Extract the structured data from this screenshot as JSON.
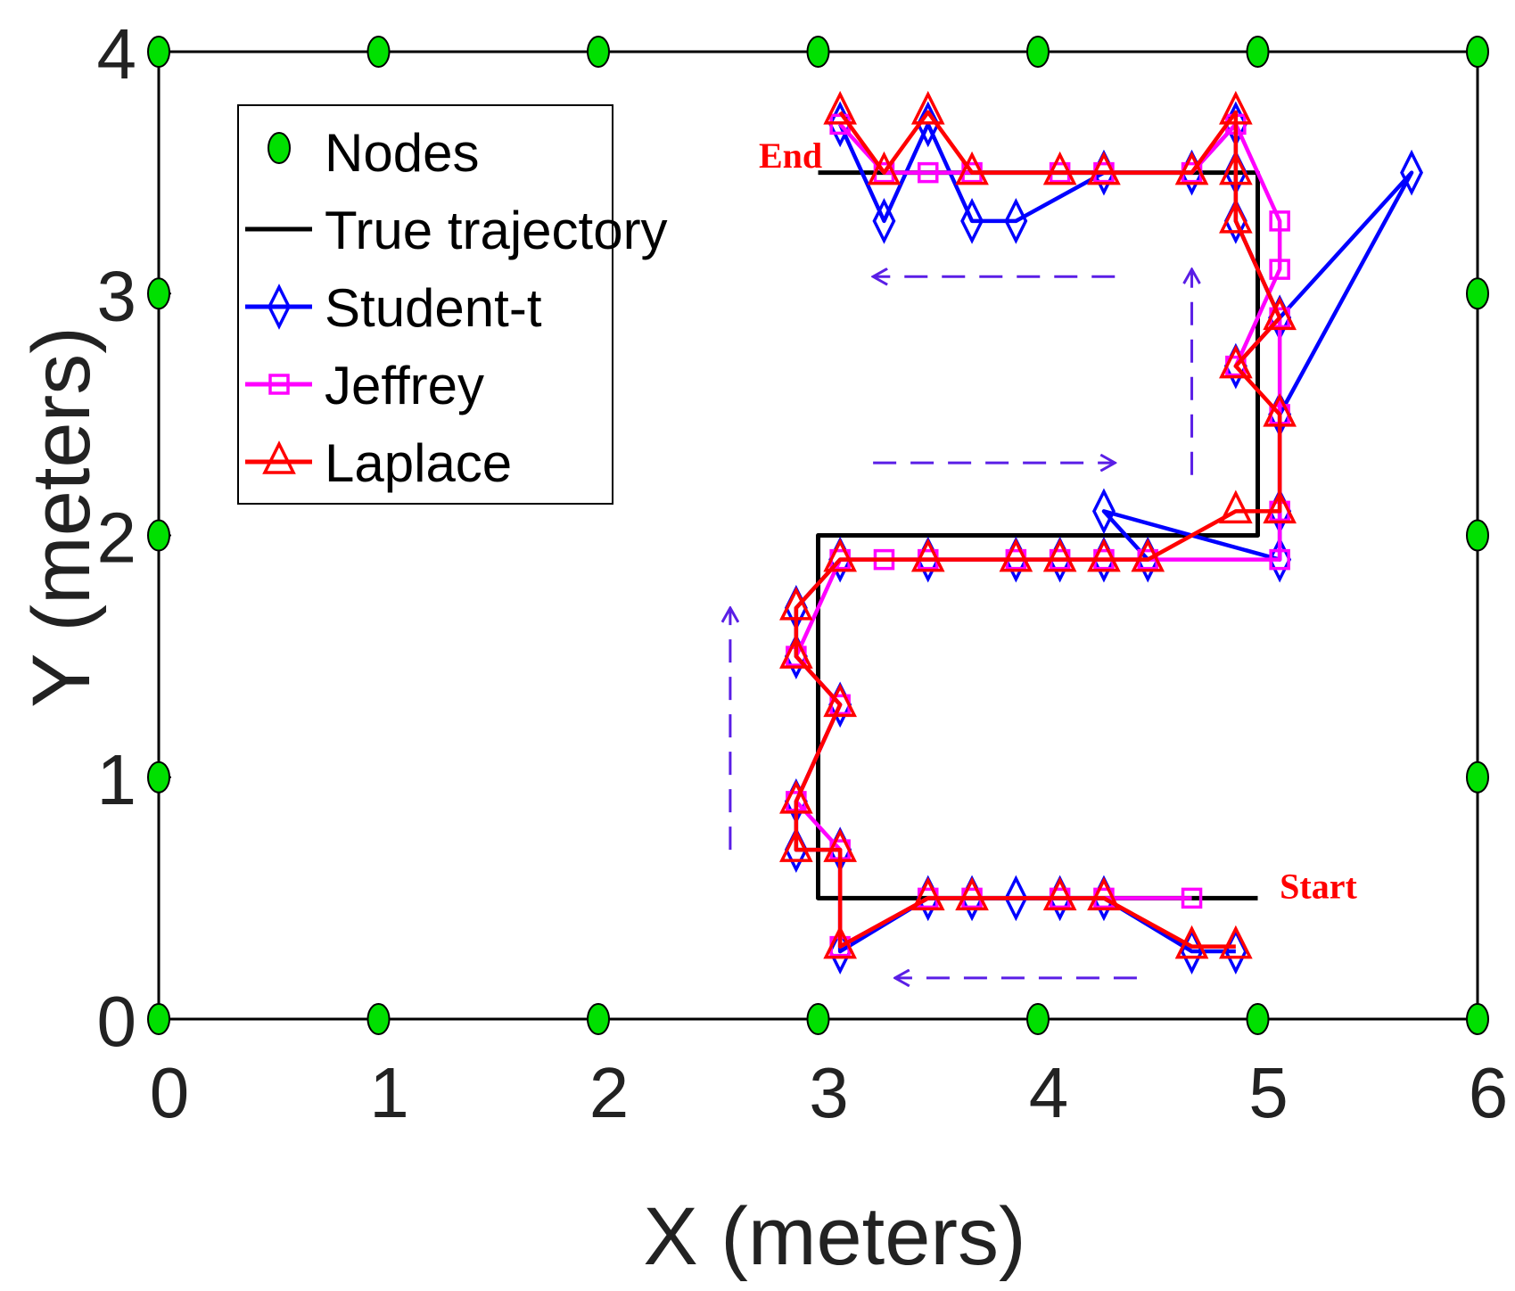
{
  "chart_data": {
    "type": "line",
    "xlabel": "X (meters)",
    "ylabel": "Y (meters)",
    "xlim": [
      0,
      6
    ],
    "ylim": [
      0,
      4
    ],
    "xticks": [
      0,
      1,
      2,
      3,
      4,
      5,
      6
    ],
    "yticks": [
      0,
      1,
      2,
      3,
      4
    ],
    "grid": false,
    "legend_position": "top-left",
    "legend": [
      "Nodes",
      "True trajectory",
      "Student-t",
      "Jeffrey",
      "Laplace"
    ],
    "annotations": [
      {
        "text": "End",
        "x": 2.73,
        "y": 3.52
      },
      {
        "text": "Start",
        "x": 5.1,
        "y": 0.5
      }
    ],
    "series": [
      {
        "name": "Nodes",
        "kind": "markers",
        "marker": "circle",
        "color": "#00e000",
        "points": [
          [
            0,
            4
          ],
          [
            1,
            4
          ],
          [
            2,
            4
          ],
          [
            3,
            4
          ],
          [
            4,
            4
          ],
          [
            5,
            4
          ],
          [
            6,
            4
          ],
          [
            0,
            3
          ],
          [
            6,
            3
          ],
          [
            0,
            2
          ],
          [
            6,
            2
          ],
          [
            0,
            1
          ],
          [
            6,
            1
          ],
          [
            0,
            0
          ],
          [
            1,
            0
          ],
          [
            2,
            0
          ],
          [
            3,
            0
          ],
          [
            4,
            0
          ],
          [
            5,
            0
          ],
          [
            6,
            0
          ]
        ]
      },
      {
        "name": "True trajectory",
        "kind": "line",
        "color": "#000000",
        "points": [
          [
            5,
            0.5
          ],
          [
            3,
            0.5
          ],
          [
            3,
            2
          ],
          [
            5,
            2
          ],
          [
            5,
            3.5
          ],
          [
            3,
            3.5
          ]
        ]
      },
      {
        "name": "Student-t",
        "kind": "line-marker",
        "marker": "diamond",
        "color": "#0000ff",
        "points": [
          [
            4.9,
            0.28
          ],
          [
            4.7,
            0.28
          ],
          [
            4.3,
            0.5
          ],
          [
            4.1,
            0.5
          ],
          [
            3.9,
            0.5
          ],
          [
            3.7,
            0.5
          ],
          [
            3.5,
            0.5
          ],
          [
            3.1,
            0.28
          ],
          [
            3.1,
            0.7
          ],
          [
            2.9,
            0.7
          ],
          [
            2.9,
            0.9
          ],
          [
            3.1,
            1.3
          ],
          [
            2.9,
            1.5
          ],
          [
            2.9,
            1.7
          ],
          [
            3.1,
            1.9
          ],
          [
            3.5,
            1.9
          ],
          [
            3.9,
            1.9
          ],
          [
            4.1,
            1.9
          ],
          [
            4.3,
            1.9
          ],
          [
            4.5,
            1.9
          ],
          [
            4.3,
            2.1
          ],
          [
            5.1,
            1.9
          ],
          [
            5.1,
            2.1
          ],
          [
            5.1,
            2.5
          ],
          [
            5.7,
            3.5
          ],
          [
            5.1,
            2.9
          ],
          [
            4.9,
            2.7
          ],
          [
            5.1,
            2.9
          ],
          [
            4.9,
            3.3
          ],
          [
            4.9,
            3.5
          ],
          [
            4.9,
            3.7
          ],
          [
            4.7,
            3.5
          ],
          [
            4.3,
            3.5
          ],
          [
            3.9,
            3.3
          ],
          [
            3.7,
            3.3
          ],
          [
            3.5,
            3.7
          ],
          [
            3.3,
            3.3
          ],
          [
            3.1,
            3.7
          ]
        ]
      },
      {
        "name": "Jeffrey",
        "kind": "line-marker",
        "marker": "square",
        "color": "#ff00ff",
        "points": [
          [
            4.7,
            0.5
          ],
          [
            4.3,
            0.5
          ],
          [
            4.1,
            0.5
          ],
          [
            3.7,
            0.5
          ],
          [
            3.5,
            0.5
          ],
          [
            3.1,
            0.3
          ],
          [
            3.1,
            0.7
          ],
          [
            2.9,
            0.9
          ],
          [
            3.1,
            1.3
          ],
          [
            2.9,
            1.5
          ],
          [
            3.1,
            1.9
          ],
          [
            3.3,
            1.9
          ],
          [
            3.5,
            1.9
          ],
          [
            3.9,
            1.9
          ],
          [
            4.1,
            1.9
          ],
          [
            4.3,
            1.9
          ],
          [
            4.5,
            1.9
          ],
          [
            5.1,
            1.9
          ],
          [
            5.1,
            2.1
          ],
          [
            5.1,
            2.5
          ],
          [
            5.1,
            2.9
          ],
          [
            4.9,
            2.7
          ],
          [
            5.1,
            3.1
          ],
          [
            5.1,
            3.3
          ],
          [
            4.9,
            3.7
          ],
          [
            4.7,
            3.5
          ],
          [
            4.3,
            3.5
          ],
          [
            4.1,
            3.5
          ],
          [
            3.7,
            3.5
          ],
          [
            3.5,
            3.5
          ],
          [
            3.3,
            3.5
          ],
          [
            3.1,
            3.7
          ]
        ]
      },
      {
        "name": "Laplace",
        "kind": "line-marker",
        "marker": "triangle",
        "color": "#ff0000",
        "points": [
          [
            4.9,
            0.3
          ],
          [
            4.7,
            0.3
          ],
          [
            4.3,
            0.5
          ],
          [
            4.1,
            0.5
          ],
          [
            3.7,
            0.5
          ],
          [
            3.5,
            0.5
          ],
          [
            3.1,
            0.3
          ],
          [
            3.1,
            0.7
          ],
          [
            2.9,
            0.7
          ],
          [
            2.9,
            0.9
          ],
          [
            3.1,
            1.3
          ],
          [
            2.9,
            1.5
          ],
          [
            2.9,
            1.7
          ],
          [
            3.1,
            1.9
          ],
          [
            3.5,
            1.9
          ],
          [
            3.9,
            1.9
          ],
          [
            4.1,
            1.9
          ],
          [
            4.3,
            1.9
          ],
          [
            4.5,
            1.9
          ],
          [
            4.9,
            2.1
          ],
          [
            5.1,
            2.1
          ],
          [
            5.1,
            2.5
          ],
          [
            4.9,
            2.7
          ],
          [
            5.1,
            2.9
          ],
          [
            4.9,
            3.3
          ],
          [
            4.9,
            3.5
          ],
          [
            4.9,
            3.75
          ],
          [
            4.7,
            3.5
          ],
          [
            4.3,
            3.5
          ],
          [
            4.1,
            3.5
          ],
          [
            3.7,
            3.5
          ],
          [
            3.5,
            3.75
          ],
          [
            3.3,
            3.5
          ],
          [
            3.1,
            3.75
          ]
        ]
      }
    ],
    "direction_arrows": [
      {
        "from": [
          4.45,
          0.17
        ],
        "to": [
          3.35,
          0.17
        ]
      },
      {
        "from": [
          2.6,
          0.7
        ],
        "to": [
          2.6,
          1.7
        ]
      },
      {
        "from": [
          3.25,
          2.3
        ],
        "to": [
          4.35,
          2.3
        ]
      },
      {
        "from": [
          4.7,
          2.25
        ],
        "to": [
          4.7,
          3.1
        ]
      },
      {
        "from": [
          4.35,
          3.07
        ],
        "to": [
          3.25,
          3.07
        ]
      }
    ],
    "colors": {
      "arrow": "#5a1ee6",
      "annotation": "#ff0000",
      "axis": "#000000"
    }
  }
}
